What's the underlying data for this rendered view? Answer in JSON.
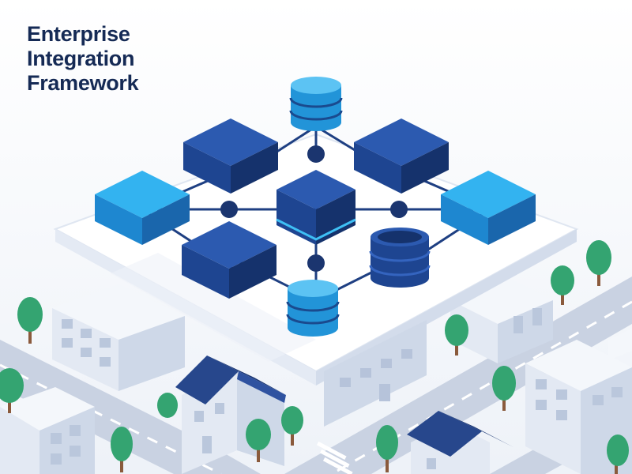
{
  "title": {
    "lines": [
      "Enterprise",
      "Integration",
      "Framework"
    ]
  },
  "colors": {
    "navy": "#1e4591",
    "bright_blue": "#27a3e6",
    "text": "#152a55",
    "tree": "#34a471",
    "roof": "#27478c"
  },
  "icons": {
    "module": "isometric-cube-icon",
    "database": "database-cylinder-icon",
    "connector": "connector-node-icon",
    "building": "building-icon",
    "tree": "tree-icon"
  }
}
